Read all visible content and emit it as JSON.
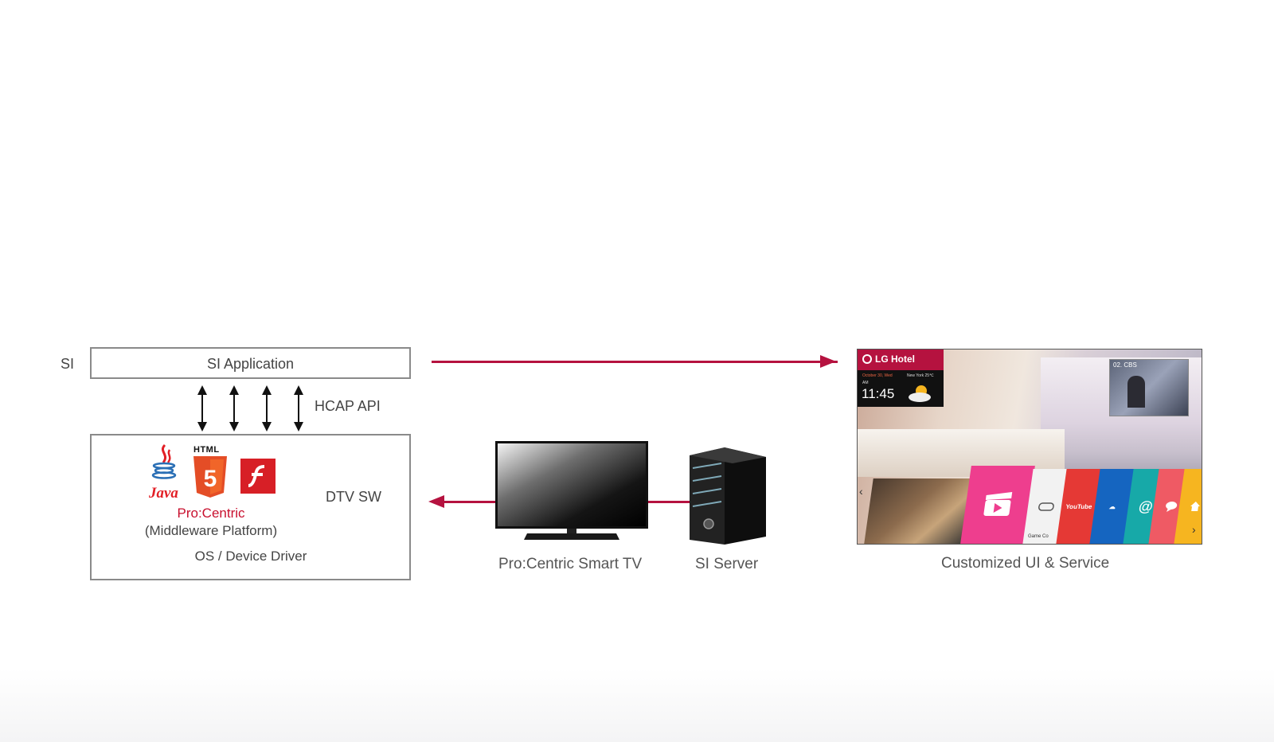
{
  "labels": {
    "si": "SI",
    "si_application": "SI Application",
    "hcap_api": "HCAP API",
    "html_badge": "HTML",
    "java": "Java",
    "procentric": "Pro:Centric",
    "middleware": "(Middleware Platform)",
    "os_driver": "OS / Device Driver",
    "dtv_sw": "DTV SW",
    "tv_caption": "Pro:Centric Smart TV",
    "server_caption": "SI Server",
    "ui_caption": "Customized UI & Service"
  },
  "screen": {
    "brand": "LG Hotel",
    "date": "October 30, Wed",
    "city": "New York 25℃",
    "ampm": "AM",
    "time": "11:45",
    "channel": "02. CBS",
    "game_label": "Game Co",
    "youtube": "YouTube"
  },
  "colors": {
    "accent": "#b5123f",
    "procentric_text": "#c8102e",
    "java_red": "#e21f26",
    "html5_orange": "#e44d26",
    "flash_red": "#d71f26",
    "tile_pink": "#ee3e8e",
    "tile_red": "#e53935",
    "tile_blue": "#1565c0",
    "tile_teal": "#17a9a8",
    "tile_salmon": "#ef5a64",
    "tile_yellow": "#f6b520"
  },
  "icons": [
    "java-logo-icon",
    "html5-logo-icon",
    "flash-logo-icon",
    "tv-icon",
    "server-icon",
    "gamepad-icon",
    "at-icon",
    "chat-icon",
    "home-icon",
    "clapper-icon",
    "weather-icon"
  ]
}
